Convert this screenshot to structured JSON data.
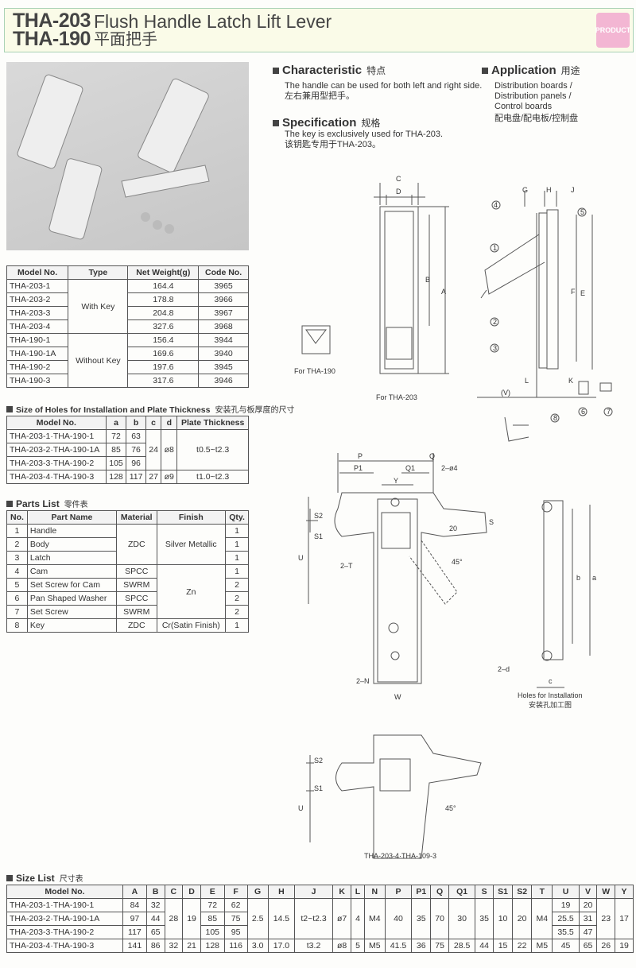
{
  "header": {
    "model1": "THA-203",
    "model2": "THA-190",
    "title_en": "Flush Handle Latch Lift Lever",
    "title_cn": "平面把手",
    "badge": "PRODUCT"
  },
  "characteristic": {
    "title": "Characteristic",
    "title_cn": "特点",
    "text_en": "The handle can be used for both left and right side.",
    "text_cn": "左右兼用型把手。"
  },
  "specification": {
    "title": "Specification",
    "title_cn": "规格",
    "text_en": "The key is exclusively used for THA-203.",
    "text_cn": "该钥匙专用于THA-203。"
  },
  "application": {
    "title": "Application",
    "title_cn": "用途",
    "lines": [
      "Distribution boards /",
      "Distribution panels /",
      "Control boards"
    ],
    "text_cn": "配电盘/配电板/控制盘"
  },
  "weights": {
    "headers": [
      "Model No.",
      "Type",
      "Net Weight(g)",
      "Code No."
    ],
    "rows": [
      [
        "THA-203-1",
        "With Key",
        "164.4",
        "3965"
      ],
      [
        "THA-203-2",
        null,
        "178.8",
        "3966"
      ],
      [
        "THA-203-3",
        null,
        "204.8",
        "3967"
      ],
      [
        "THA-203-4",
        null,
        "327.6",
        "3968"
      ],
      [
        "THA-190-1",
        "Without Key",
        "156.4",
        "3944"
      ],
      [
        "THA-190-1A",
        null,
        "169.6",
        "3940"
      ],
      [
        "THA-190-2",
        null,
        "197.6",
        "3945"
      ],
      [
        "THA-190-3",
        null,
        "317.6",
        "3946"
      ]
    ]
  },
  "holes": {
    "title": "Size of Holes for Installation and Plate Thickness",
    "title_cn": "安装孔与板厚度的尺寸",
    "headers": [
      "Model No.",
      "a",
      "b",
      "c",
      "d",
      "Plate Thickness"
    ],
    "rows": [
      [
        "THA-203-1·THA-190-1",
        "72",
        "63",
        "24",
        "ø8",
        "t0.5~t2.3"
      ],
      [
        "THA-203-2·THA-190-1A",
        "85",
        "76",
        null,
        null,
        null
      ],
      [
        "THA-203-3·THA-190-2",
        "105",
        "96",
        null,
        null,
        null
      ],
      [
        "THA-203-4·THA-190-3",
        "128",
        "117",
        "27",
        "ø9",
        "t1.0~t2.3"
      ]
    ]
  },
  "parts": {
    "title": "Parts List",
    "title_cn": "零件表",
    "headers": [
      "No.",
      "Part Name",
      "Material",
      "Finish",
      "Qty."
    ],
    "rows": [
      [
        "1",
        "Handle",
        "ZDC",
        "Silver Metallic",
        "1"
      ],
      [
        "2",
        "Body",
        null,
        null,
        "1"
      ],
      [
        "3",
        "Latch",
        null,
        null,
        "1"
      ],
      [
        "4",
        "Cam",
        "SPCC",
        "Zn",
        "1"
      ],
      [
        "5",
        "Set Screw for Cam",
        "SWRM",
        null,
        "2"
      ],
      [
        "6",
        "Pan Shaped Washer",
        "SPCC",
        null,
        "2"
      ],
      [
        "7",
        "Set Screw",
        "SWRM",
        null,
        "2"
      ],
      [
        "8",
        "Key",
        "ZDC",
        "Cr(Satin Finish)",
        "1"
      ]
    ]
  },
  "sizes": {
    "title": "Size List",
    "title_cn": "尺寸表",
    "headers": [
      "Model No.",
      "A",
      "B",
      "C",
      "D",
      "E",
      "F",
      "G",
      "H",
      "J",
      "K",
      "L",
      "N",
      "P",
      "P1",
      "Q",
      "Q1",
      "S",
      "S1",
      "S2",
      "T",
      "U",
      "V",
      "W",
      "Y"
    ],
    "rows": [
      [
        "THA-203-1·THA-190-1",
        "84",
        "32",
        "28",
        "19",
        "72",
        "62",
        "2.5",
        "14.5",
        "t2~t2.3",
        "ø7",
        "4",
        "M4",
        "40",
        "35",
        "70",
        "30",
        "35",
        "10",
        "20",
        "M4",
        "19",
        "20",
        "23",
        "17"
      ],
      [
        "THA-203-2·THA-190-1A",
        "97",
        "44",
        null,
        null,
        "85",
        "75",
        null,
        null,
        null,
        null,
        null,
        null,
        null,
        null,
        null,
        null,
        null,
        null,
        null,
        null,
        "25.5",
        "31",
        null,
        null
      ],
      [
        "THA-203-3·THA-190-2",
        "117",
        "65",
        null,
        null,
        "105",
        "95",
        null,
        null,
        null,
        null,
        null,
        null,
        null,
        null,
        null,
        null,
        null,
        null,
        null,
        null,
        "35.5",
        "47",
        null,
        null
      ],
      [
        "THA-203-4·THA-190-3",
        "141",
        "86",
        "32",
        "21",
        "128",
        "116",
        "3.0",
        "17.0",
        "t3.2",
        "ø8",
        "5",
        "M5",
        "41.5",
        "36",
        "75",
        "28.5",
        "44",
        "15",
        "22",
        "M5",
        "45",
        "65",
        "26",
        "19"
      ]
    ]
  },
  "drawings": {
    "for190": "For THA-190",
    "for203": "For THA-203",
    "holes_label": "Holes for Installation",
    "holes_label_cn": "安装孔加工图",
    "variant": "THA-203-4·THA-109-3",
    "dims": {
      "A": "A",
      "B": "B",
      "C": "C",
      "D": "D",
      "E": "E",
      "F": "F",
      "G": "G",
      "H": "H",
      "J": "J",
      "K": "K",
      "L": "L",
      "V": "(V)",
      "P": "P",
      "P1": "P1",
      "Q": "Q",
      "Q1": "Q1",
      "Y": "Y",
      "S": "S",
      "S1": "S1",
      "S2": "S2",
      "U": "U",
      "W": "W",
      "T": "2–T",
      "N": "2–N",
      "hole4": "2–ø4",
      "d20": "20",
      "deg": "45°",
      "a": "a",
      "b": "b",
      "c": "c",
      "d": "2–d"
    },
    "callouts": [
      "1",
      "2",
      "3",
      "4",
      "5",
      "6",
      "7",
      "8"
    ]
  }
}
